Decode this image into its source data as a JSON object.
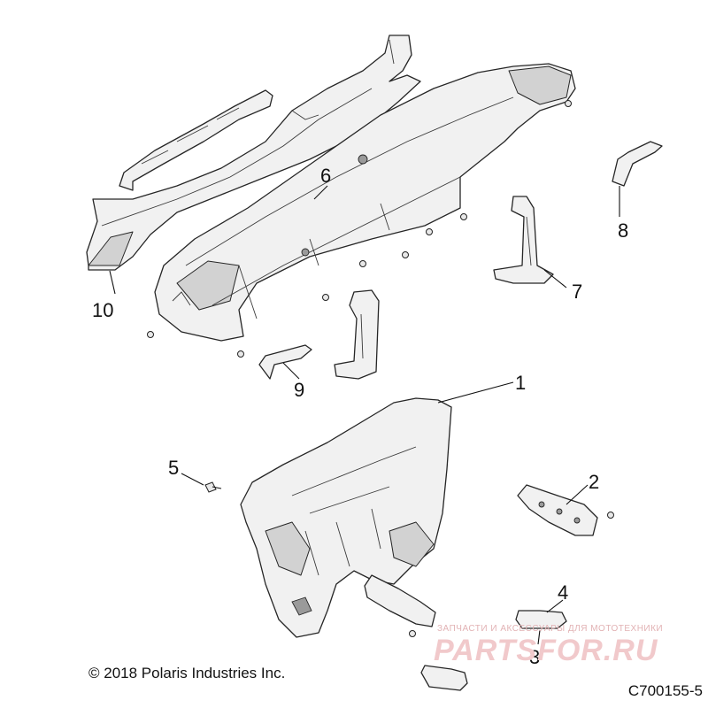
{
  "diagram": {
    "callouts": [
      {
        "id": "c1",
        "label": "1"
      },
      {
        "id": "c2",
        "label": "2"
      },
      {
        "id": "c3",
        "label": "3"
      },
      {
        "id": "c4",
        "label": "4"
      },
      {
        "id": "c5",
        "label": "5"
      },
      {
        "id": "c6",
        "label": "6"
      },
      {
        "id": "c7",
        "label": "7"
      },
      {
        "id": "c8",
        "label": "8"
      },
      {
        "id": "c9",
        "label": "9"
      },
      {
        "id": "c10",
        "label": "10"
      }
    ]
  },
  "footer": {
    "copyright": "© 2018 Polaris Industries Inc.",
    "figure_id": "C700155-5"
  },
  "watermark": {
    "tagline": "ЗАПЧАСТИ И АКСЕССУАРЫ ДЛЯ МОТОТЕХНИКИ",
    "logo": "PARTSFOR.RU"
  },
  "colors": {
    "line": "#262626",
    "fill": "#f1f1f1",
    "watermark": "#f1c9cb"
  }
}
